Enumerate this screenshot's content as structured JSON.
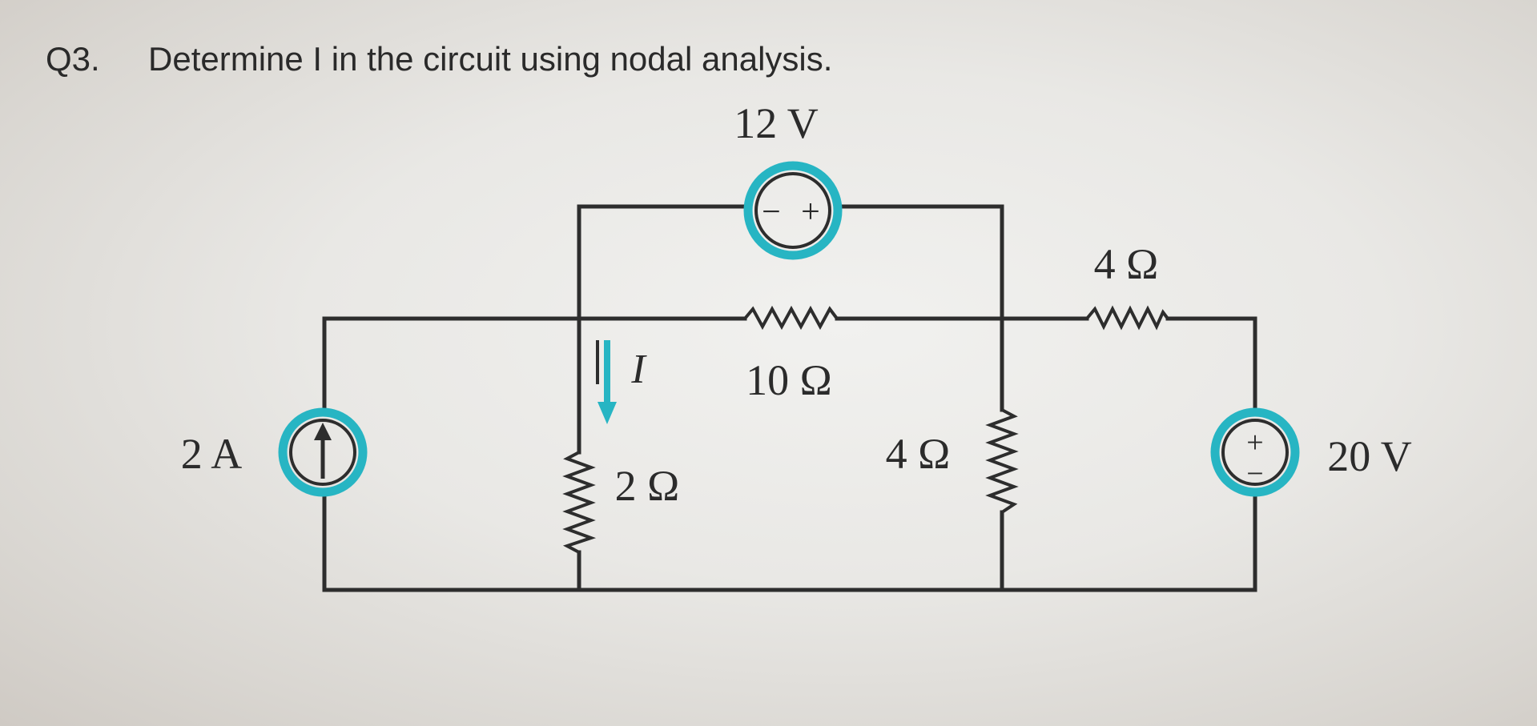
{
  "question": {
    "number": "Q3.",
    "text": "Determine I in the circuit using nodal analysis."
  },
  "circuit": {
    "voltage_source_top": {
      "label": "12 V",
      "polarity_left": "−",
      "polarity_right": "+"
    },
    "voltage_source_right": {
      "label": "20 V",
      "polarity_top": "+",
      "polarity_bottom": "−"
    },
    "current_source": {
      "label": "2 A"
    },
    "current_label": "I",
    "resistors": {
      "r_2": "2 Ω",
      "r_10": "10 Ω",
      "r_4_vertical": "4 Ω",
      "r_4_top": "4 Ω"
    }
  },
  "colors": {
    "wire": "#2d2d2d",
    "highlight": "#27b5c3",
    "background": "#eceae6"
  }
}
